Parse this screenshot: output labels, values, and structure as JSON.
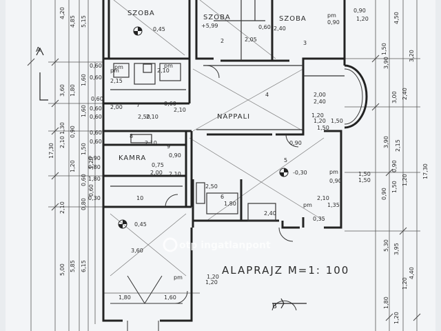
{
  "title": "ALAPRAJZ M=1: 100",
  "watermark": "otp ingatlanpont",
  "section_markers": [
    "A",
    "B"
  ],
  "rooms": [
    {
      "id": "szoba-1",
      "name": "SZOBA",
      "number": "",
      "level": "0,45"
    },
    {
      "id": "szoba-2",
      "name": "SZOBA",
      "number": "2",
      "level": "",
      "note": "+5,99"
    },
    {
      "id": "szoba-3",
      "name": "SZOBA",
      "number": "3",
      "level": ""
    },
    {
      "id": "nappali",
      "name": "NAPPALI",
      "number": "4",
      "level": ""
    },
    {
      "id": "room-5",
      "name": "",
      "number": "5",
      "level": "-0,30"
    },
    {
      "id": "room-6",
      "name": "",
      "number": "6",
      "level": ""
    },
    {
      "id": "room-7",
      "name": "",
      "number": "7",
      "level": ""
    },
    {
      "id": "room-8",
      "name": "",
      "number": "8",
      "level": ""
    },
    {
      "id": "room-9",
      "name": "",
      "number": "9",
      "level": ""
    },
    {
      "id": "kamra",
      "name": "KAMRA",
      "number": "",
      "level": ""
    },
    {
      "id": "room-10",
      "name": "",
      "number": "10",
      "level": ""
    },
    {
      "id": "room-11",
      "name": "",
      "number": "",
      "level": "0,45"
    }
  ],
  "dimensions_interior": [
    "2,40",
    "2,10",
    "2,00",
    "2,40",
    "2,10",
    "1,50",
    "2,50",
    "3,60",
    "1,80",
    "1,60",
    "1,35",
    "2,15",
    "0,60",
    "0,90",
    "2,00",
    "2,10",
    "1,20",
    "1,50",
    "2,05",
    "0,60",
    "0,90",
    "2,10",
    "1,20",
    "1,50",
    "0,75",
    "2,00",
    "0,90",
    "2,10",
    "0,90",
    "2,10",
    "1,20",
    "1,80",
    "1,20",
    "2,50",
    "2,40"
  ],
  "dimensions_left_outer": [
    "4,20",
    "4,85",
    "5,15",
    "3,60",
    "1,80",
    "1,60",
    "2,10",
    "1,20",
    "1,50",
    "1,30",
    "0,90",
    "2,10",
    "0,60",
    "0,80",
    "0,60",
    "5,00",
    "5,85",
    "6,15",
    "17,30"
  ],
  "dimensions_left_inner": [
    "0,60",
    "0,60",
    "0,60",
    "0,60",
    "1,60",
    "0,60",
    "0,60",
    "0,60",
    "0,90",
    "0,80",
    "1,20",
    "1,80",
    "0,30"
  ],
  "dimensions_right_outer": [
    "4,50",
    "3,90",
    "3,90",
    "2,15",
    "5,30",
    "3,95",
    "4,40",
    "17,30",
    "1,20",
    "1,80",
    "3,20",
    "1,20"
  ],
  "dimensions_right_inner": [
    "0,90",
    "1,20",
    "3,00",
    "2,40",
    "1,50",
    "0,90",
    "1,20",
    "1,50",
    "0,90",
    "1,50",
    "0,35"
  ],
  "pm_labels": [
    "pm",
    "pm",
    "pm",
    "pm",
    "pm",
    "pm",
    "pm"
  ],
  "colors": {
    "paper": "#e9ecef",
    "ink": "#2a2a2a",
    "watermark": "#ffffff"
  }
}
